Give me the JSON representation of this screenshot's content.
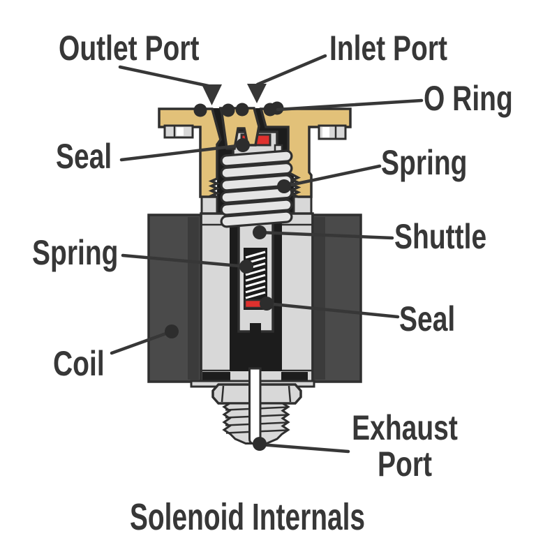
{
  "diagram": {
    "title": "Solenoid Internals",
    "labels": {
      "outlet_port": "Outlet Port",
      "inlet_port": "Inlet Port",
      "o_ring": "O Ring",
      "seal_top": "Seal",
      "spring_top": "Spring",
      "shuttle": "Shuttle",
      "spring_inner": "Spring",
      "seal_bottom": "Seal",
      "coil": "Coil",
      "exhaust_line1": "Exhaust",
      "exhaust_line2": "Port"
    },
    "colors": {
      "background": "#FFFFFF",
      "brass_body": "#E2C179",
      "metal_light": "#D8D8D8",
      "spring_light": "#E5E5E5",
      "coil_dark": "#4A4A4A",
      "coil_darker": "#3B3B3B",
      "cavity_black": "#1C1C1C",
      "seal_red": "#DF312E",
      "outline": "#2F2F2F",
      "label_text": "#373737",
      "tube_white": "#FFFFFF"
    }
  }
}
